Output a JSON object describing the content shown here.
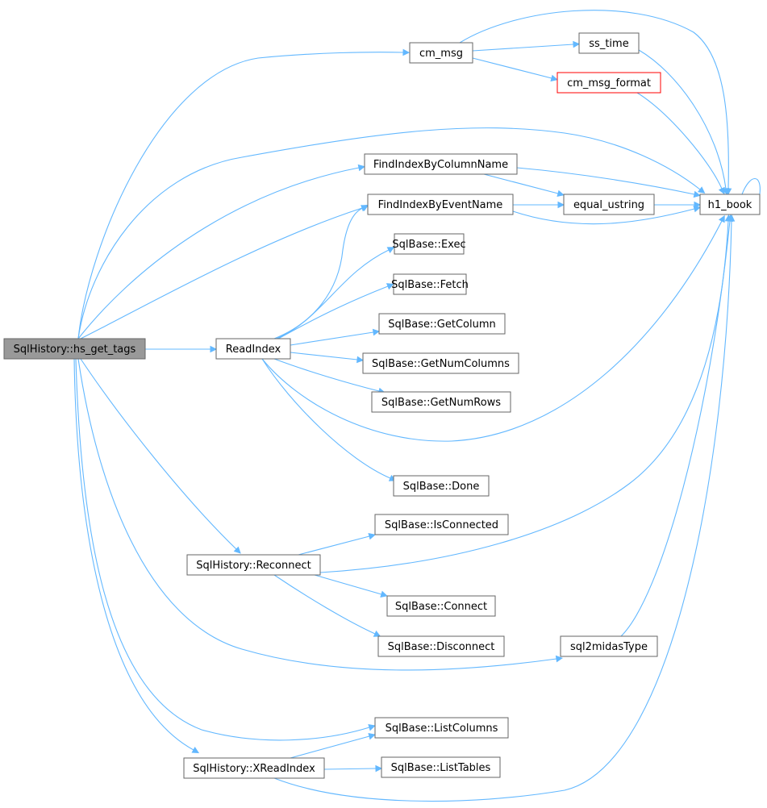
{
  "nodes": [
    {
      "id": "hs_get_tags",
      "label": "SqlHistory::hs_get_tags",
      "style": "current"
    },
    {
      "id": "cm_msg",
      "label": "cm_msg",
      "style": "normal"
    },
    {
      "id": "ss_time",
      "label": "ss_time",
      "style": "normal"
    },
    {
      "id": "cm_msg_format",
      "label": "cm_msg_format",
      "style": "truncated"
    },
    {
      "id": "FindIndexByColumnName",
      "label": "FindIndexByColumnName",
      "style": "normal"
    },
    {
      "id": "FindIndexByEventName",
      "label": "FindIndexByEventName",
      "style": "normal"
    },
    {
      "id": "equal_ustring",
      "label": "equal_ustring",
      "style": "normal"
    },
    {
      "id": "h1_book",
      "label": "h1_book",
      "style": "normal"
    },
    {
      "id": "Exec",
      "label": "SqlBase::Exec",
      "style": "normal"
    },
    {
      "id": "Fetch",
      "label": "SqlBase::Fetch",
      "style": "normal"
    },
    {
      "id": "ReadIndex",
      "label": "ReadIndex",
      "style": "normal"
    },
    {
      "id": "GetColumn",
      "label": "SqlBase::GetColumn",
      "style": "normal"
    },
    {
      "id": "GetNumColumns",
      "label": "SqlBase::GetNumColumns",
      "style": "normal"
    },
    {
      "id": "GetNumRows",
      "label": "SqlBase::GetNumRows",
      "style": "normal"
    },
    {
      "id": "Done",
      "label": "SqlBase::Done",
      "style": "normal"
    },
    {
      "id": "IsConnected",
      "label": "SqlBase::IsConnected",
      "style": "normal"
    },
    {
      "id": "Reconnect",
      "label": "SqlHistory::Reconnect",
      "style": "normal"
    },
    {
      "id": "Connect",
      "label": "SqlBase::Connect",
      "style": "normal"
    },
    {
      "id": "Disconnect",
      "label": "SqlBase::Disconnect",
      "style": "normal"
    },
    {
      "id": "sql2midasType",
      "label": "sql2midasType",
      "style": "normal"
    },
    {
      "id": "ListColumns",
      "label": "SqlBase::ListColumns",
      "style": "normal"
    },
    {
      "id": "XReadIndex",
      "label": "SqlHistory::XReadIndex",
      "style": "normal"
    },
    {
      "id": "ListTables",
      "label": "SqlBase::ListTables",
      "style": "normal"
    }
  ],
  "edges": [
    {
      "from": "hs_get_tags",
      "to": "cm_msg"
    },
    {
      "from": "hs_get_tags",
      "to": "h1_book"
    },
    {
      "from": "hs_get_tags",
      "to": "FindIndexByColumnName"
    },
    {
      "from": "hs_get_tags",
      "to": "FindIndexByEventName"
    },
    {
      "from": "hs_get_tags",
      "to": "ReadIndex"
    },
    {
      "from": "hs_get_tags",
      "to": "Reconnect"
    },
    {
      "from": "hs_get_tags",
      "to": "sql2midasType"
    },
    {
      "from": "hs_get_tags",
      "to": "ListColumns"
    },
    {
      "from": "hs_get_tags",
      "to": "XReadIndex"
    },
    {
      "from": "cm_msg",
      "to": "ss_time"
    },
    {
      "from": "cm_msg",
      "to": "cm_msg_format"
    },
    {
      "from": "cm_msg",
      "to": "h1_book"
    },
    {
      "from": "ss_time",
      "to": "h1_book"
    },
    {
      "from": "cm_msg_format",
      "to": "h1_book"
    },
    {
      "from": "FindIndexByColumnName",
      "to": "equal_ustring"
    },
    {
      "from": "FindIndexByColumnName",
      "to": "h1_book"
    },
    {
      "from": "FindIndexByEventName",
      "to": "equal_ustring"
    },
    {
      "from": "FindIndexByEventName",
      "to": "h1_book"
    },
    {
      "from": "equal_ustring",
      "to": "h1_book"
    },
    {
      "from": "h1_book",
      "to": "h1_book"
    },
    {
      "from": "ReadIndex",
      "to": "FindIndexByEventName"
    },
    {
      "from": "ReadIndex",
      "to": "Exec"
    },
    {
      "from": "ReadIndex",
      "to": "Fetch"
    },
    {
      "from": "ReadIndex",
      "to": "GetColumn"
    },
    {
      "from": "ReadIndex",
      "to": "GetNumColumns"
    },
    {
      "from": "ReadIndex",
      "to": "GetNumRows"
    },
    {
      "from": "ReadIndex",
      "to": "Done"
    },
    {
      "from": "ReadIndex",
      "to": "h1_book"
    },
    {
      "from": "Reconnect",
      "to": "IsConnected"
    },
    {
      "from": "Reconnect",
      "to": "Connect"
    },
    {
      "from": "Reconnect",
      "to": "Disconnect"
    },
    {
      "from": "Reconnect",
      "to": "h1_book"
    },
    {
      "from": "sql2midasType",
      "to": "h1_book"
    },
    {
      "from": "XReadIndex",
      "to": "ListColumns"
    },
    {
      "from": "XReadIndex",
      "to": "ListTables"
    },
    {
      "from": "XReadIndex",
      "to": "h1_book"
    }
  ],
  "colors": {
    "edge": "#63b8ff",
    "node_border": "#666666",
    "current_fill": "#999999",
    "truncated_border": "#ff0000",
    "node_fill": "#ffffff"
  }
}
